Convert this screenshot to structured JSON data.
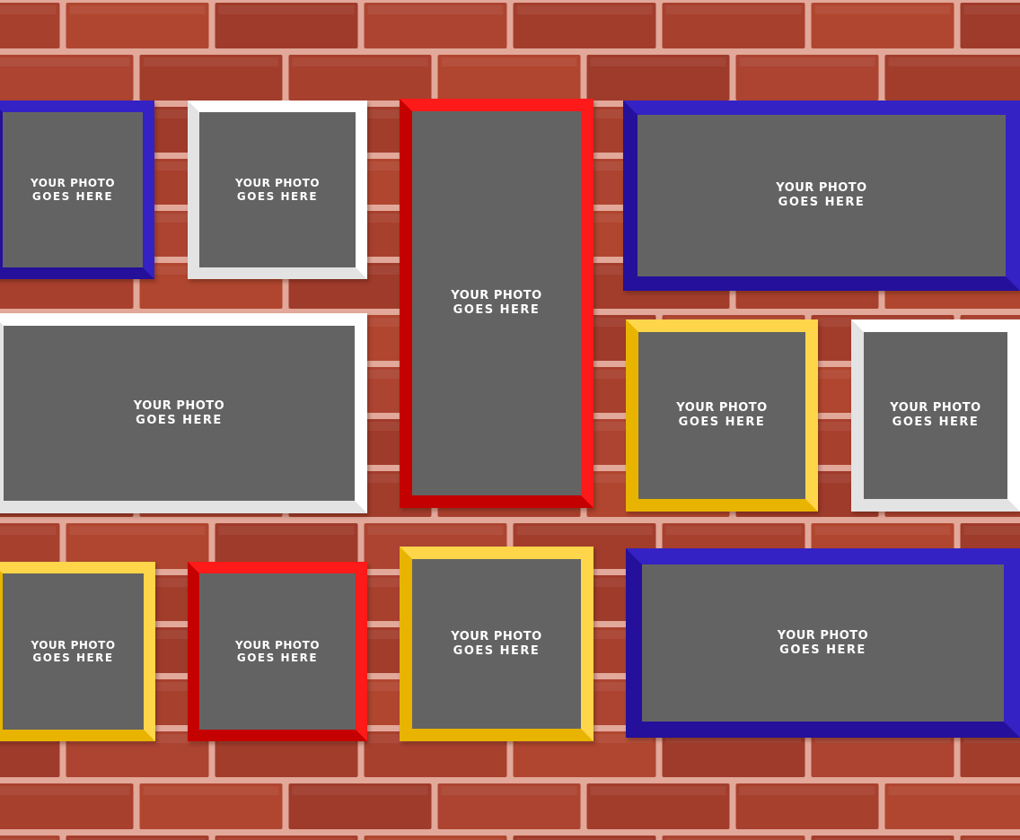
{
  "colors": {
    "blue": [
      "#3422c4",
      "#24109a"
    ],
    "white": [
      "#ffffff",
      "#e3e3e3"
    ],
    "red": [
      "#ff1a1a",
      "#c40000"
    ],
    "yellow": [
      "#ffd54a",
      "#e8b400"
    ],
    "photo": "#636363",
    "brick": "#a63f2e",
    "mortar": "#e2a89a"
  },
  "frames": [
    {
      "id": "frame-1",
      "color": "blue",
      "line1": "YOUR PHOTO",
      "line2": "GOES HERE"
    },
    {
      "id": "frame-2",
      "color": "white",
      "line1": "YOUR PHOTO",
      "line2": "GOES HERE"
    },
    {
      "id": "frame-3",
      "color": "red",
      "line1": "YOUR PHOTO",
      "line2": "GOES HERE"
    },
    {
      "id": "frame-4",
      "color": "blue",
      "line1": "YOUR PHOTO",
      "line2": "GOES HERE"
    },
    {
      "id": "frame-5",
      "color": "white",
      "line1": "YOUR PHOTO",
      "line2": "GOES HERE"
    },
    {
      "id": "frame-6",
      "color": "yellow",
      "line1": "YOUR PHOTO",
      "line2": "GOES HERE"
    },
    {
      "id": "frame-7",
      "color": "white",
      "line1": "YOUR PHOTO",
      "line2": "GOES HERE"
    },
    {
      "id": "frame-8",
      "color": "yellow",
      "line1": "YOUR PHOTO",
      "line2": "GOES HERE"
    },
    {
      "id": "frame-9",
      "color": "red",
      "line1": "YOUR PHOTO",
      "line2": "GOES HERE"
    },
    {
      "id": "frame-10",
      "color": "yellow",
      "line1": "YOUR PHOTO",
      "line2": "GOES HERE"
    },
    {
      "id": "frame-11",
      "color": "blue",
      "line1": "YOUR PHOTO",
      "line2": "GOES HERE"
    }
  ]
}
